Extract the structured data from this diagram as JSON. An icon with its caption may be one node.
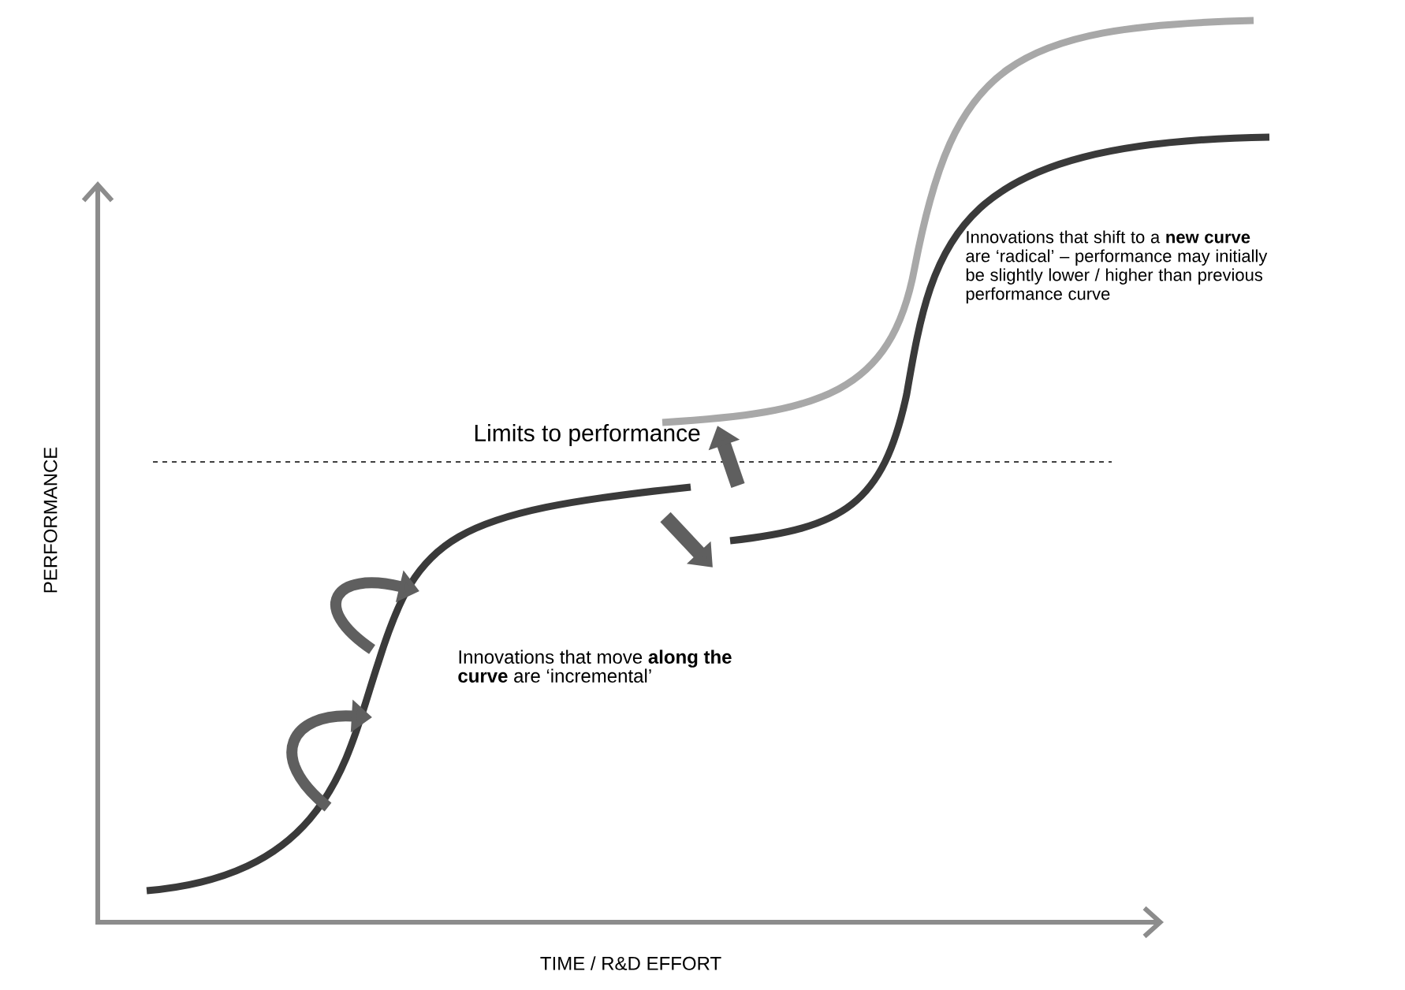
{
  "diagram": {
    "labels": [
      "Innovations that shift to a **new curve** are ‘radical’ – performance may initially be slightly lower / higher than previous performance curve",
      "Limits to performance",
      "PERFORMANCE",
      "Innovations that move **along the curve** are ‘incremental’",
      "TIME / R&D EFFORT"
    ]
  }
}
